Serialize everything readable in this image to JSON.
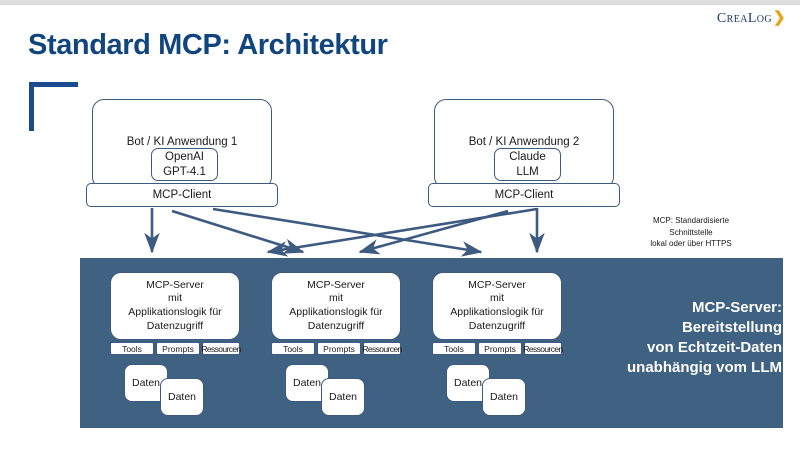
{
  "slide": {
    "title": "Standard MCP: Architektur",
    "logo_text": "CreaLog",
    "logo_mark": "❯"
  },
  "applications": [
    {
      "id": "app-1",
      "label": "Bot / KI Anwendung 1",
      "llm_line1": "OpenAI",
      "llm_line2": "GPT-4.1",
      "client_label": "MCP-Client"
    },
    {
      "id": "app-2",
      "label": "Bot / KI Anwendung 2",
      "llm_line1": "Claude",
      "llm_line2": "LLM",
      "client_label": "MCP-Client"
    }
  ],
  "annotation": {
    "line1": "MCP: Standardisierte",
    "line2": "Schnittstelle",
    "line3": "lokal oder über HTTPS"
  },
  "panel": {
    "caption_line1": "MCP-Server:",
    "caption_line2": "Bereitstellung",
    "caption_line3": "von Echtzeit-Daten",
    "caption_line4": "unabhängig vom LLM",
    "background_color": "#3f6182"
  },
  "servers": [
    {
      "id": "server-1",
      "title_line1": "MCP-Server",
      "title_line2": "mit",
      "title_line3": "Applikationslogik für",
      "title_line4": "Datenzugriff",
      "capabilities": [
        "Tools",
        "Prompts",
        "Ressourcen"
      ],
      "data_back": "Daten",
      "data_front": "Daten"
    },
    {
      "id": "server-2",
      "title_line1": "MCP-Server",
      "title_line2": "mit",
      "title_line3": "Applikationslogik für",
      "title_line4": "Datenzugriff",
      "capabilities": [
        "Tools",
        "Prompts",
        "Ressourcen"
      ],
      "data_back": "Daten",
      "data_front": "Daten"
    },
    {
      "id": "server-3",
      "title_line1": "MCP-Server",
      "title_line2": "mit",
      "title_line3": "Applikationslogik für",
      "title_line4": "Datenzugriff",
      "capabilities": [
        "Tools",
        "Prompts",
        "Ressourcen"
      ],
      "data_back": "Daten",
      "data_front": "Daten"
    }
  ],
  "colors": {
    "title_blue": "#11457f",
    "outline_blue": "#3d5a80",
    "panel_blue": "#3f6182",
    "arrow_blue": "#3d5a80",
    "logo_gold": "#e8a317"
  }
}
